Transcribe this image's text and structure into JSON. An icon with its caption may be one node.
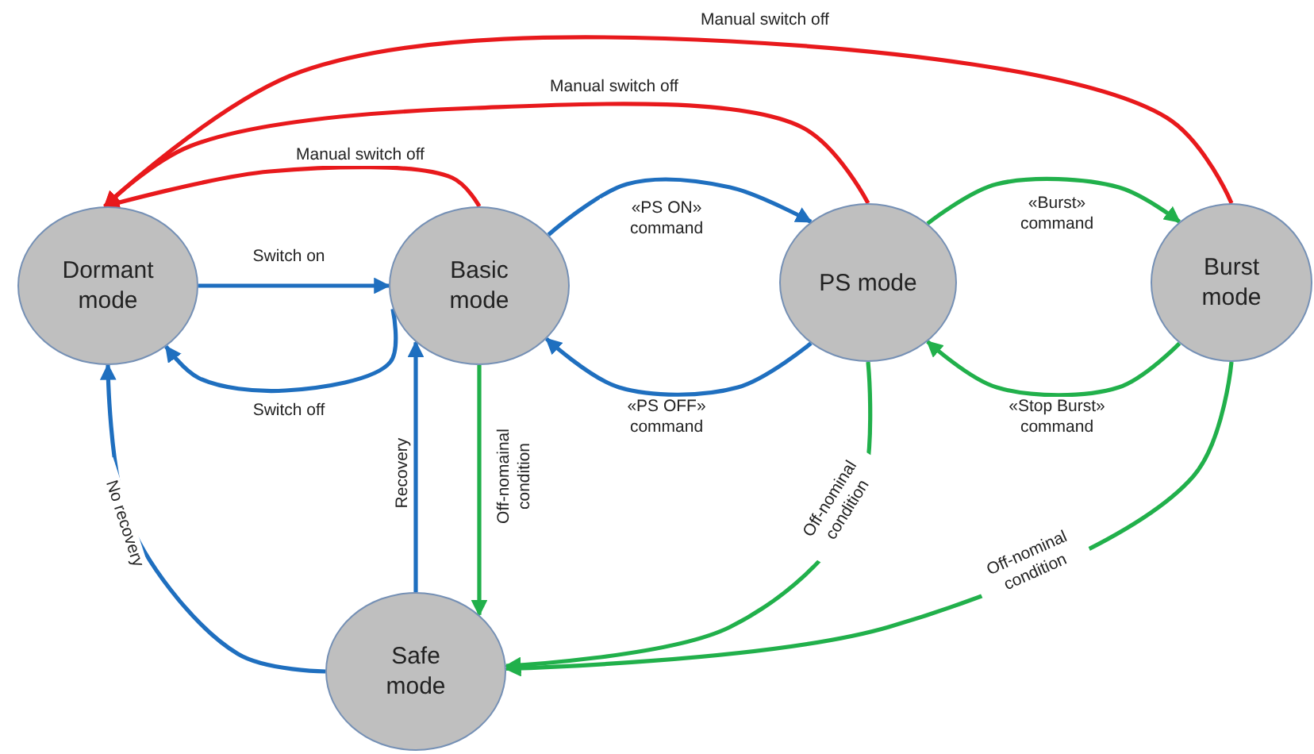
{
  "diagram": {
    "nodes": [
      {
        "text": [
          "Dormant mode"
        ]
      },
      {
        "text": [
          "Basic mode"
        ]
      },
      {
        "text": [
          "PS mode"
        ]
      },
      {
        "text": [
          "Burst mode"
        ]
      },
      {
        "text": [
          "Safe mode"
        ]
      }
    ],
    "edges": [
      {
        "from": 0,
        "to": 1,
        "arrow": "to",
        "label": "Switch on"
      },
      {
        "from": 1,
        "to": 0,
        "arrow": "to",
        "label": "Switch off"
      },
      {
        "from": 1,
        "to": 2,
        "arrow": "to",
        "label": "«PS ON» command"
      },
      {
        "from": 2,
        "to": 1,
        "arrow": "to",
        "label": "«PS OFF» command"
      },
      {
        "from": 2,
        "to": 3,
        "arrow": "to",
        "label": "«Burst» command",
        "color": "#21b04b"
      },
      {
        "from": 3,
        "to": 2,
        "arrow": "to",
        "label": "«Stop Burst» command",
        "color": "#21b04b"
      },
      {
        "from": 1,
        "to": 0,
        "arrow": "to",
        "label": "Manual switch off",
        "color": "#e8191c"
      },
      {
        "from": 2,
        "to": 0,
        "arrow": "to",
        "label": "Manual switch off",
        "color": "#e8191c"
      },
      {
        "from": 3,
        "to": 0,
        "arrow": "to",
        "label": "Manual switch off",
        "color": "#e8191c"
      },
      {
        "from": 1,
        "to": 4,
        "arrow": "to",
        "label": "Off-nomainal condition",
        "color": "#21b04b"
      },
      {
        "from": 2,
        "to": 4,
        "arrow": "to",
        "label": "Off-nominal condition",
        "color": "#21b04b"
      },
      {
        "from": 3,
        "to": 4,
        "arrow": "to",
        "label": "Off-nominal condition",
        "color": "#21b04b"
      },
      {
        "from": 4,
        "to": 1,
        "arrow": "to",
        "label": "Recovery"
      },
      {
        "from": 4,
        "to": 0,
        "arrow": "to",
        "label": "No recovery"
      }
    ]
  }
}
